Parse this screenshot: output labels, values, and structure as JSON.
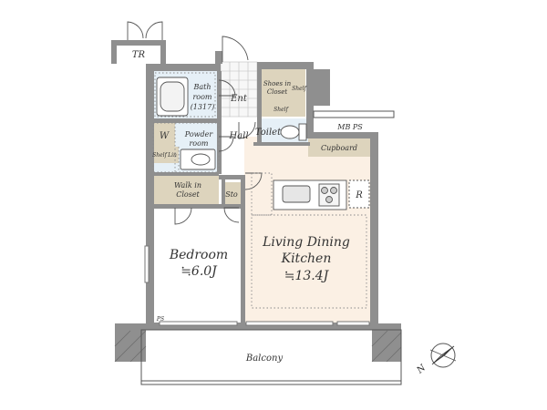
{
  "colors": {
    "wall": "#8f8f8f",
    "wall_edge": "#5f5f5f",
    "ldk_floor": "#fbf0e4",
    "bedroom_floor": "#ffffff",
    "wet_floor": "#e6f0f7",
    "closet_floor": "#ddd4bd",
    "entrance_floor": "#ffffff",
    "dotted": "#8a8a8a",
    "text": "#333333"
  },
  "rooms": {
    "tr": "TR",
    "bathroom_line1": "Bath",
    "bathroom_line2": "room",
    "bathroom_line3": "(1317)",
    "entrance": "Ent",
    "shoes_line1": "Shoes in",
    "shoes_line2": "Closet",
    "shelf_top": "Shelf",
    "shelf_bottom": "Shelf",
    "hall": "Hall",
    "toilet": "Toilet",
    "mb_ps": "MB PS",
    "washer": "W",
    "powder_line1": "Powder",
    "powder_line2": "room",
    "shelf_powder": "Shelf",
    "linen": "Lin",
    "cupboard": "Cupboard",
    "walkin_line1": "Walk in",
    "walkin_line2": "Closet",
    "storage": "Sto",
    "fridge": "R",
    "bedroom": "Bedroom",
    "bedroom_size": "≒6.0J",
    "ldk_line1": "Living Dining",
    "ldk_line2": "Kitchen",
    "ldk_size": "≒13.4J",
    "ps": "PS",
    "balcony": "Balcony",
    "compass_n": "N"
  }
}
